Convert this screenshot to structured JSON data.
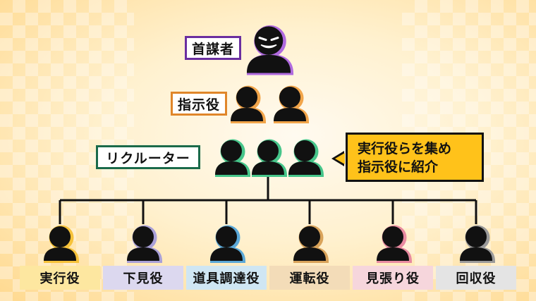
{
  "top_roles": [
    {
      "label": "首謀者",
      "border_color": "#6a2ea0"
    },
    {
      "label": "指示役",
      "border_color": "#e0862a"
    },
    {
      "label": "リクルーター",
      "border_color": "#1a6a4a"
    }
  ],
  "callout": {
    "line1": "実行役らを集め",
    "line2": "指示役に紹介"
  },
  "bottom_roles": [
    {
      "label": "実行役",
      "bg": "#fde7a0",
      "glow": "#f6c23a"
    },
    {
      "label": "下見役",
      "bg": "#dcd8ef",
      "glow": "#a9a0d8"
    },
    {
      "label": "道具調達役",
      "bg": "#cfe6f3",
      "glow": "#5aa8d8"
    },
    {
      "label": "運転役",
      "bg": "#f3dcb8",
      "glow": "#d9a35a"
    },
    {
      "label": "見張り役",
      "bg": "#f6d6dc",
      "glow": "#e88aa0"
    },
    {
      "label": "回収役",
      "bg": "#e4e4e4",
      "glow": "#9a9a9a"
    }
  ],
  "glows": {
    "boss": "#b06adf",
    "instructor": "#f2a54a",
    "recruiter": "#46c58a"
  },
  "icons": {
    "boss": "grinning-silhouette-icon",
    "person": "person-silhouette-icon"
  }
}
